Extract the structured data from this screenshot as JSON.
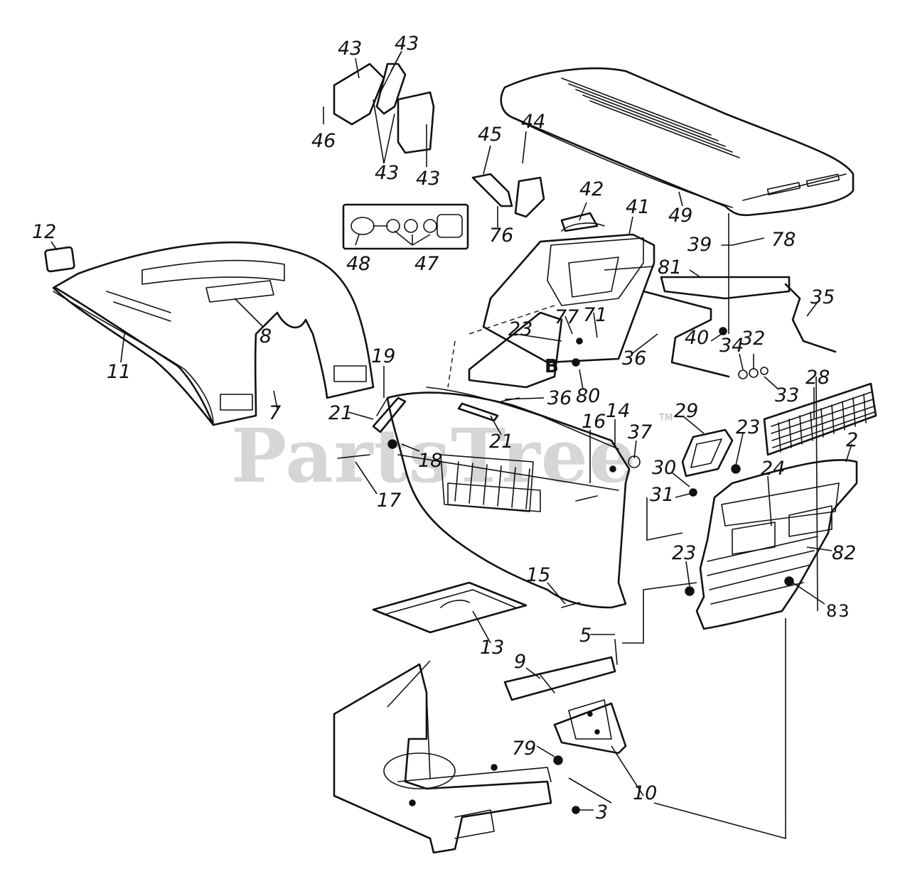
{
  "watermark": {
    "text": "PartsTree",
    "tm": "TM"
  },
  "callouts": [
    "43",
    "43",
    "43",
    "43",
    "46",
    "45",
    "44",
    "42",
    "41",
    "49",
    "48",
    "47",
    "76",
    "78",
    "81",
    "39",
    "35",
    "40",
    "34",
    "32",
    "33",
    "12",
    "8",
    "11",
    "7",
    "19",
    "21",
    "21",
    "18",
    "17",
    "16",
    "14",
    "37",
    "36",
    "36",
    "77",
    "23",
    "71",
    "80",
    "B",
    "28",
    "29",
    "23",
    "2",
    "30",
    "31",
    "24",
    "82",
    "23",
    "83",
    "15",
    "13",
    "5",
    "9",
    "79",
    "10",
    "3"
  ]
}
